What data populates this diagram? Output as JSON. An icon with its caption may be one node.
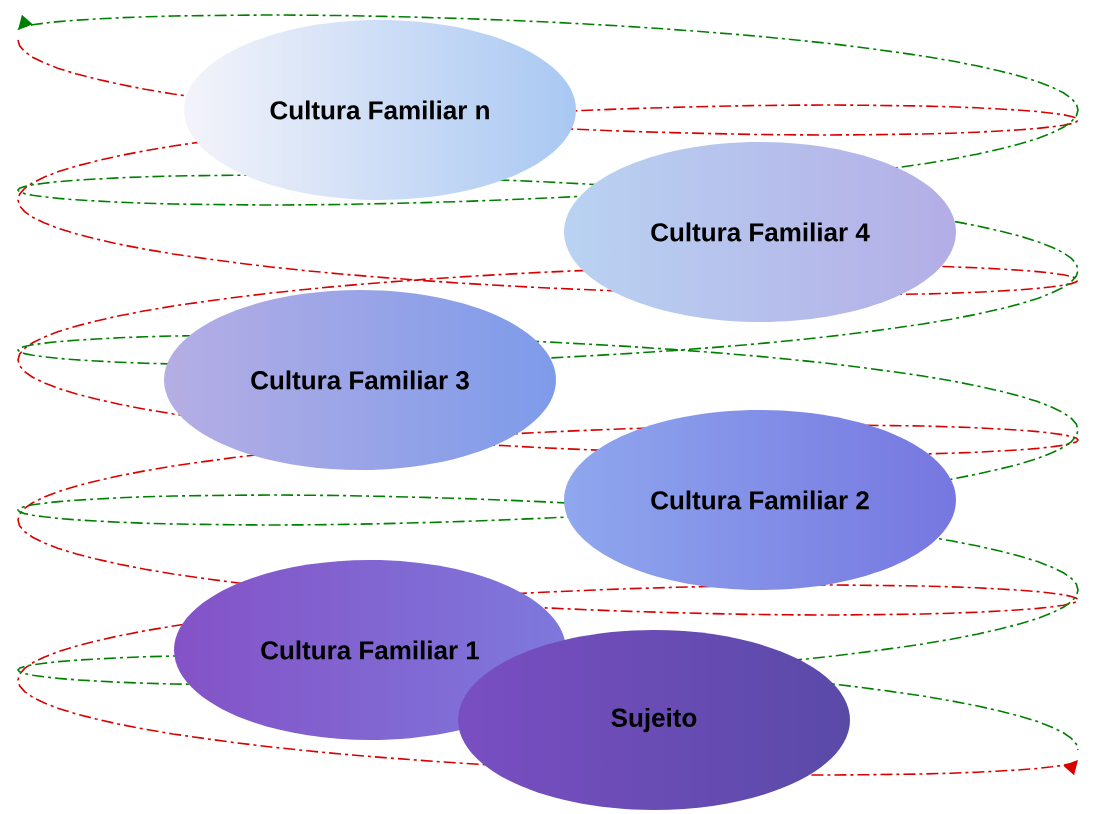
{
  "diagram": {
    "nodes": [
      {
        "text": [
          "Cultura Familiar n"
        ]
      },
      {
        "text": [
          "Cultura Familiar 4"
        ]
      },
      {
        "text": [
          "Cultura Familiar 3"
        ]
      },
      {
        "text": [
          "Cultura Familiar 2"
        ]
      },
      {
        "text": [
          "Cultura Familiar 1"
        ]
      },
      {
        "text": [
          "Sujeito"
        ]
      }
    ]
  }
}
